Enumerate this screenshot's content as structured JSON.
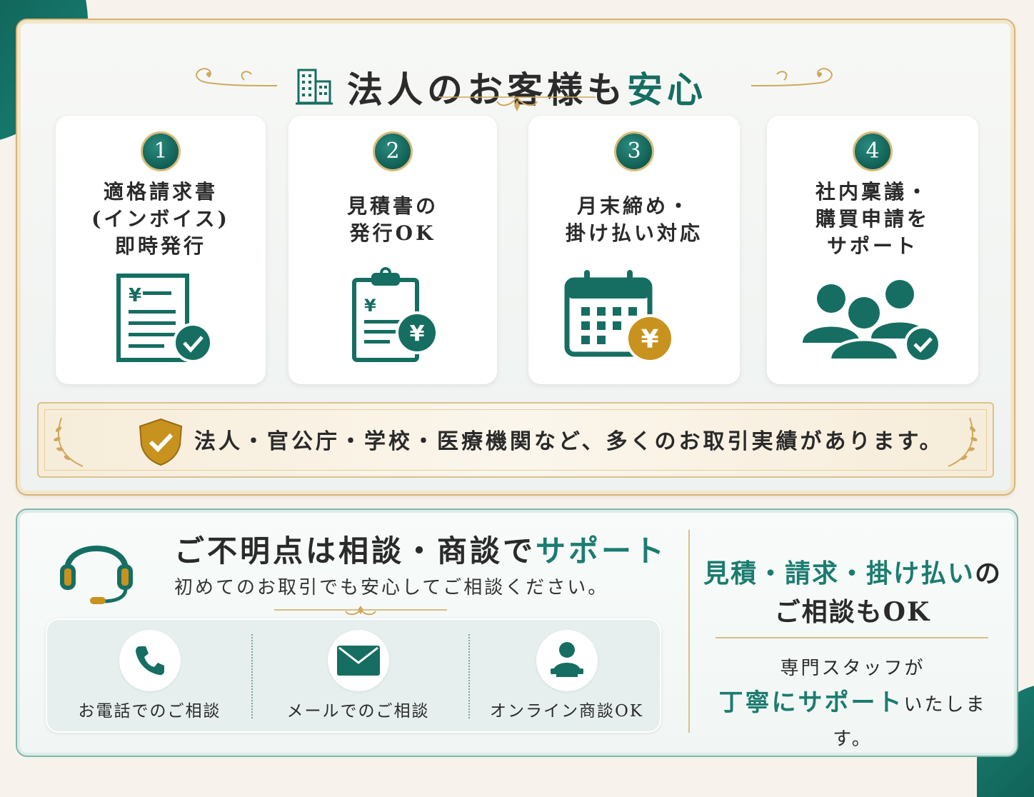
{
  "header": {
    "title_main": "法人のお客様も",
    "title_accent": "安心"
  },
  "features": [
    {
      "number": "1",
      "lines": [
        "適格請求書",
        "(インボイス)",
        "即時発行"
      ],
      "icon": "invoice-check-icon"
    },
    {
      "number": "2",
      "lines": [
        "見積書の",
        "発行OK"
      ],
      "icon": "clipboard-yen-icon"
    },
    {
      "number": "3",
      "lines": [
        "月末締め・",
        "掛け払い対応"
      ],
      "icon": "calendar-yen-icon"
    },
    {
      "number": "4",
      "lines": [
        "社内稟議・",
        "購買申請を",
        "サポート"
      ],
      "icon": "people-check-icon"
    }
  ],
  "banner": {
    "text": "法人・官公庁・学校・医療機関など、多くのお取引実績があります。",
    "icon": "shield-check-icon"
  },
  "consult": {
    "title_main": "ご不明点は相談・商談で",
    "title_accent": "サポート",
    "subtitle": "初めてのお取引でも安心してご相談ください。",
    "contacts": [
      {
        "label": "お電話でのご相談",
        "icon": "phone-icon"
      },
      {
        "label": "メールでのご相談",
        "icon": "mail-icon"
      },
      {
        "label": "オンライン商談OK",
        "icon": "online-meeting-icon"
      }
    ]
  },
  "side": {
    "head_accent": "見積・請求・掛け払い",
    "head_tail": "の",
    "head_line2": "ご相談もOK",
    "sub_line1": "専門スタッフが",
    "sub_accent": "丁寧にサポート",
    "sub_tail": "いたします。"
  },
  "colors": {
    "teal": "#166e62",
    "gold": "#d6b675",
    "yen_gold": "#c8921e"
  }
}
